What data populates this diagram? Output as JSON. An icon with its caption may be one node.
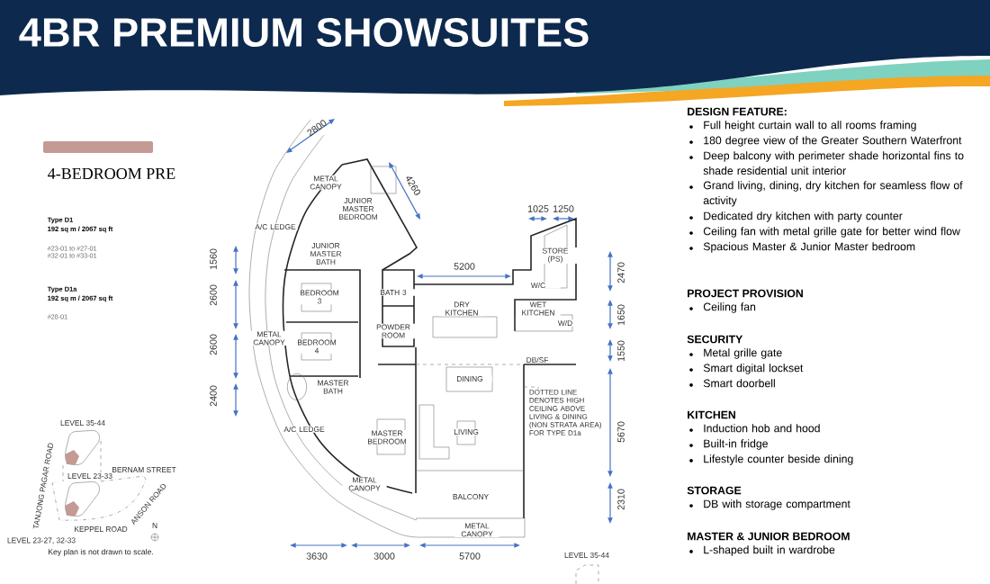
{
  "diagram": {
    "title": "4BR PREMIUM SHOWSUITES",
    "labels": [
      "4-BEDROOM PRE",
      "Type D1",
      "192 sq m / 2067 sq ft",
      "#23-01 to #27-01",
      "#32-01 to #33-01",
      "Type D1a",
      "192 sq m / 2067 sq ft",
      "#28-01",
      "2800",
      "4260",
      "1025",
      "1250",
      "5200",
      "1560",
      "2600",
      "2600",
      "2400",
      "2470",
      "1650",
      "1550",
      "5670",
      "2310",
      "3630",
      "3000",
      "5700",
      "METAL CANOPY",
      "JUNIOR MASTER BEDROOM",
      "A/C LEDGE",
      "JUNIOR MASTER BATH",
      "BEDROOM 3",
      "BATH 3",
      "DRY KITCHEN",
      "WET KITCHEN",
      "W/C",
      "STORE (PS)",
      "METAL CANOPY",
      "BEDROOM 4",
      "POWDER ROOM",
      "W/D",
      "DB/SF",
      "DINING",
      "DOTTED LINE DENOTES HIGH CEILING ABOVE LIVING & DINING (NON STRATA AREA) FOR TYPE D1a",
      "MASTER BATH",
      "A/C LEDGE",
      "MASTER BEDROOM",
      "LIVING",
      "METAL CANOPY",
      "BALCONY",
      "METAL CANOPY",
      "LEVEL 35-44",
      "LEVEL 23-33",
      "BERNAM STREET",
      "TANJONG PAGAR ROAD",
      "ANSON ROAD",
      "LEVEL 23-27, 32-33",
      "KEPPEL ROAD",
      "N",
      "Key plan is not drawn to scale.",
      "LEVEL 35-44",
      "DESIGN FEATURE:",
      "Full height curtain wall to all rooms framing",
      "180 degree view of the Greater Southern Waterfront",
      "Deep balcony with perimeter shade horizontal fins to shade residential unit interior",
      "Grand living, dining, dry kitchen for seamless flow of activity",
      "Dedicated dry kitchen with party counter",
      "Ceiling fan with metal grille gate for better wind flow",
      "Spacious Master & Junior Master bedroom",
      "PROJECT PROVISION",
      "Ceiling fan",
      "SECURITY",
      "Metal grille gate",
      "Smart digital lockset",
      "Smart doorbell",
      "KITCHEN",
      "Induction hob and hood",
      "Built-in fridge",
      "Lifestyle counter beside dining",
      "STORAGE",
      "DB with storage compartment",
      "MASTER & JUNIOR BEDROOM",
      "L-shaped built in wardrobe"
    ]
  }
}
